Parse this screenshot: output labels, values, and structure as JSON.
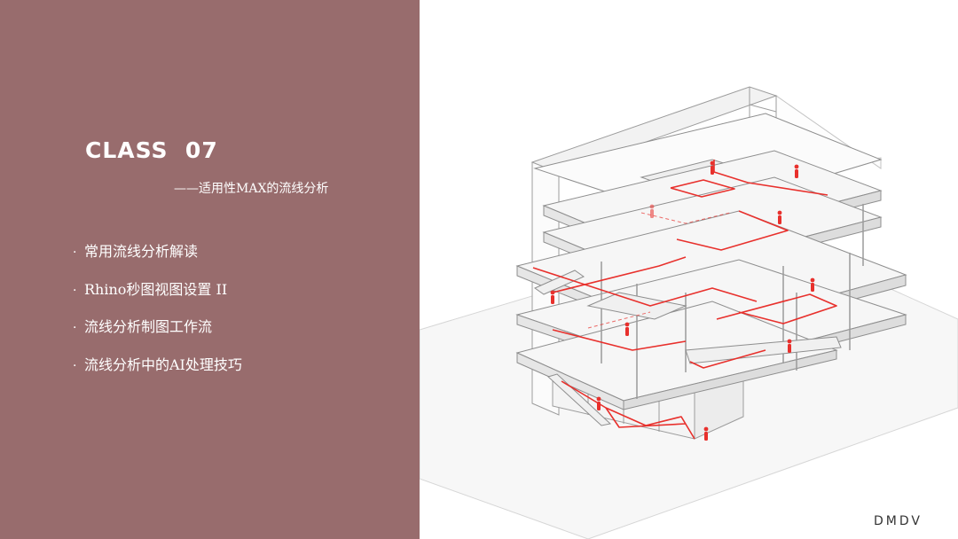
{
  "slide": {
    "class_title": "CLASS  07",
    "subtitle": "——适用性MAX的流线分析",
    "bullets": [
      {
        "marker": "·",
        "text": "常用流线分析解读"
      },
      {
        "marker": "·",
        "text": "Rhino秒图视图设置 II"
      },
      {
        "marker": "·",
        "text": "流线分析制图工作流"
      },
      {
        "marker": "·",
        "text": "流线分析中的AI处理技巧"
      }
    ],
    "brand": "DMDV"
  },
  "colors": {
    "panel_bg": "#986c6d",
    "text_light": "#ffffff",
    "flow_line": "#e8302c",
    "outline": "#9a9a9a",
    "brand_text": "#333333"
  }
}
